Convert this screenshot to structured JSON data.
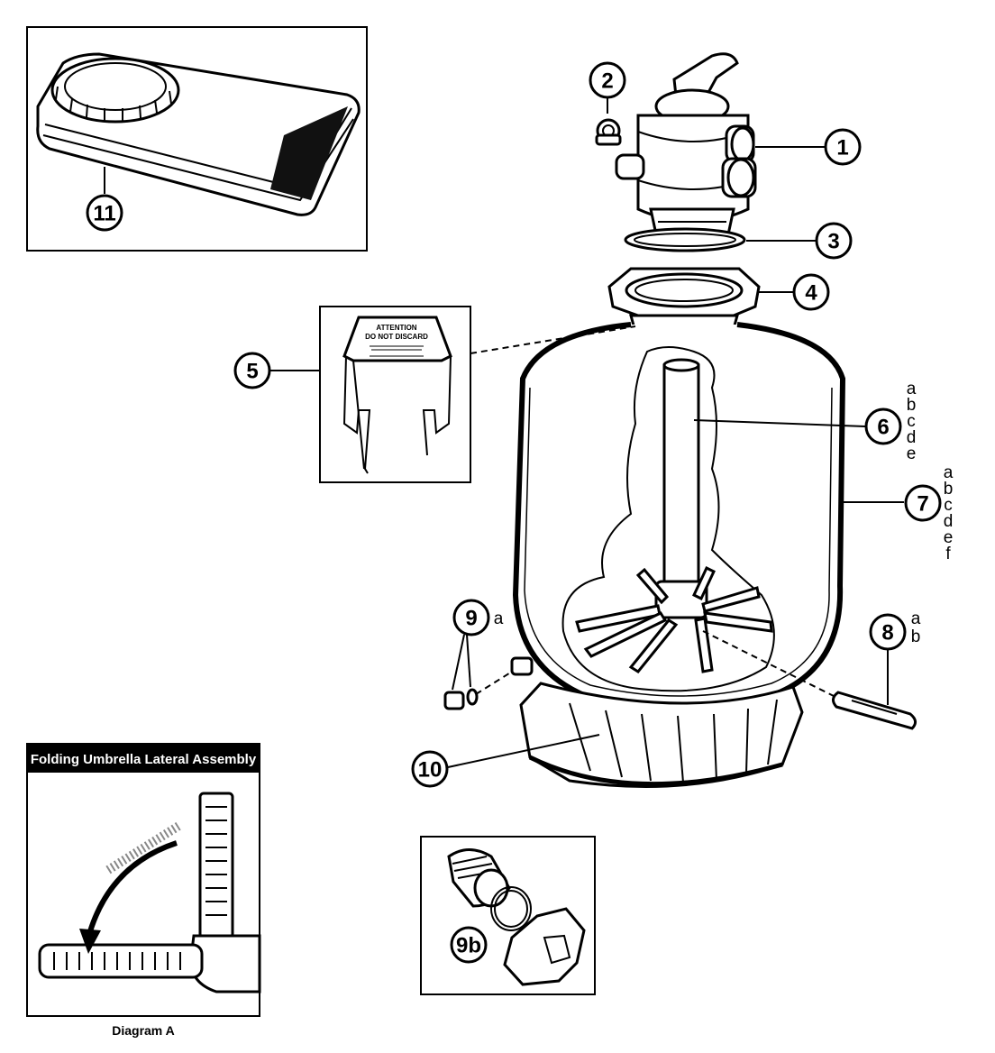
{
  "callouts": {
    "c1": "1",
    "c2": "2",
    "c3": "3",
    "c4": "4",
    "c5": "5",
    "c6": "6",
    "c7": "7",
    "c8": "8",
    "c9": "9",
    "c10": "10",
    "c11": "11",
    "c9b": "9b"
  },
  "variants": {
    "v6": [
      "a",
      "b",
      "c",
      "d",
      "e"
    ],
    "v7": [
      "a",
      "b",
      "c",
      "d",
      "e",
      "f"
    ],
    "v8": [
      "a",
      "b"
    ],
    "v9": "a"
  },
  "sign": {
    "title1": "ATTENTION",
    "title2": "DO NOT DISCARD"
  },
  "inset_umbrella": {
    "header": "Folding Umbrella Lateral Assembly",
    "caption": "Diagram A"
  }
}
